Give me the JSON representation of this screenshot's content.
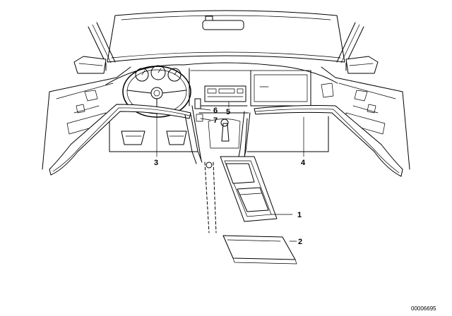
{
  "callouts": {
    "c1": "1",
    "c2": "2",
    "c3": "3",
    "c4": "4",
    "c5": "5",
    "c6": "6",
    "c7": "7"
  },
  "diagram_code": "00006695"
}
